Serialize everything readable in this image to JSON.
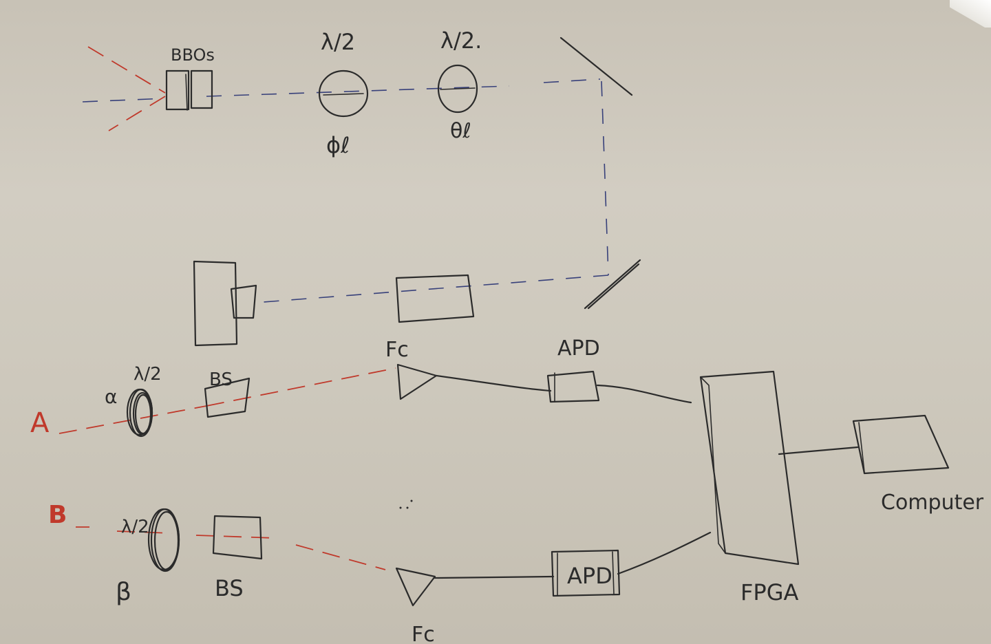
{
  "labels": {
    "bbos": "BBOs",
    "waveplate_1": "λ/2",
    "waveplate_2": "λ/2.",
    "phi": "ϕℓ",
    "theta": "θℓ",
    "waveplate_a": "λ/2",
    "alpha": "α",
    "bs_a": "BS",
    "fc_a": "Fc",
    "apd_a": "APD",
    "port_a": "A",
    "port_b": "B",
    "waveplate_b": "λ/2",
    "beta": "β",
    "bs_b": "BS",
    "fc_b": "Fc",
    "apd_b": "APD",
    "fpga": "FPGA",
    "computer": "Computer"
  },
  "colors": {
    "paper": "#cfc9bd",
    "ink": "#2b2b2b",
    "beam_pump": "#37407a",
    "beam_signal": "#c0392b"
  }
}
